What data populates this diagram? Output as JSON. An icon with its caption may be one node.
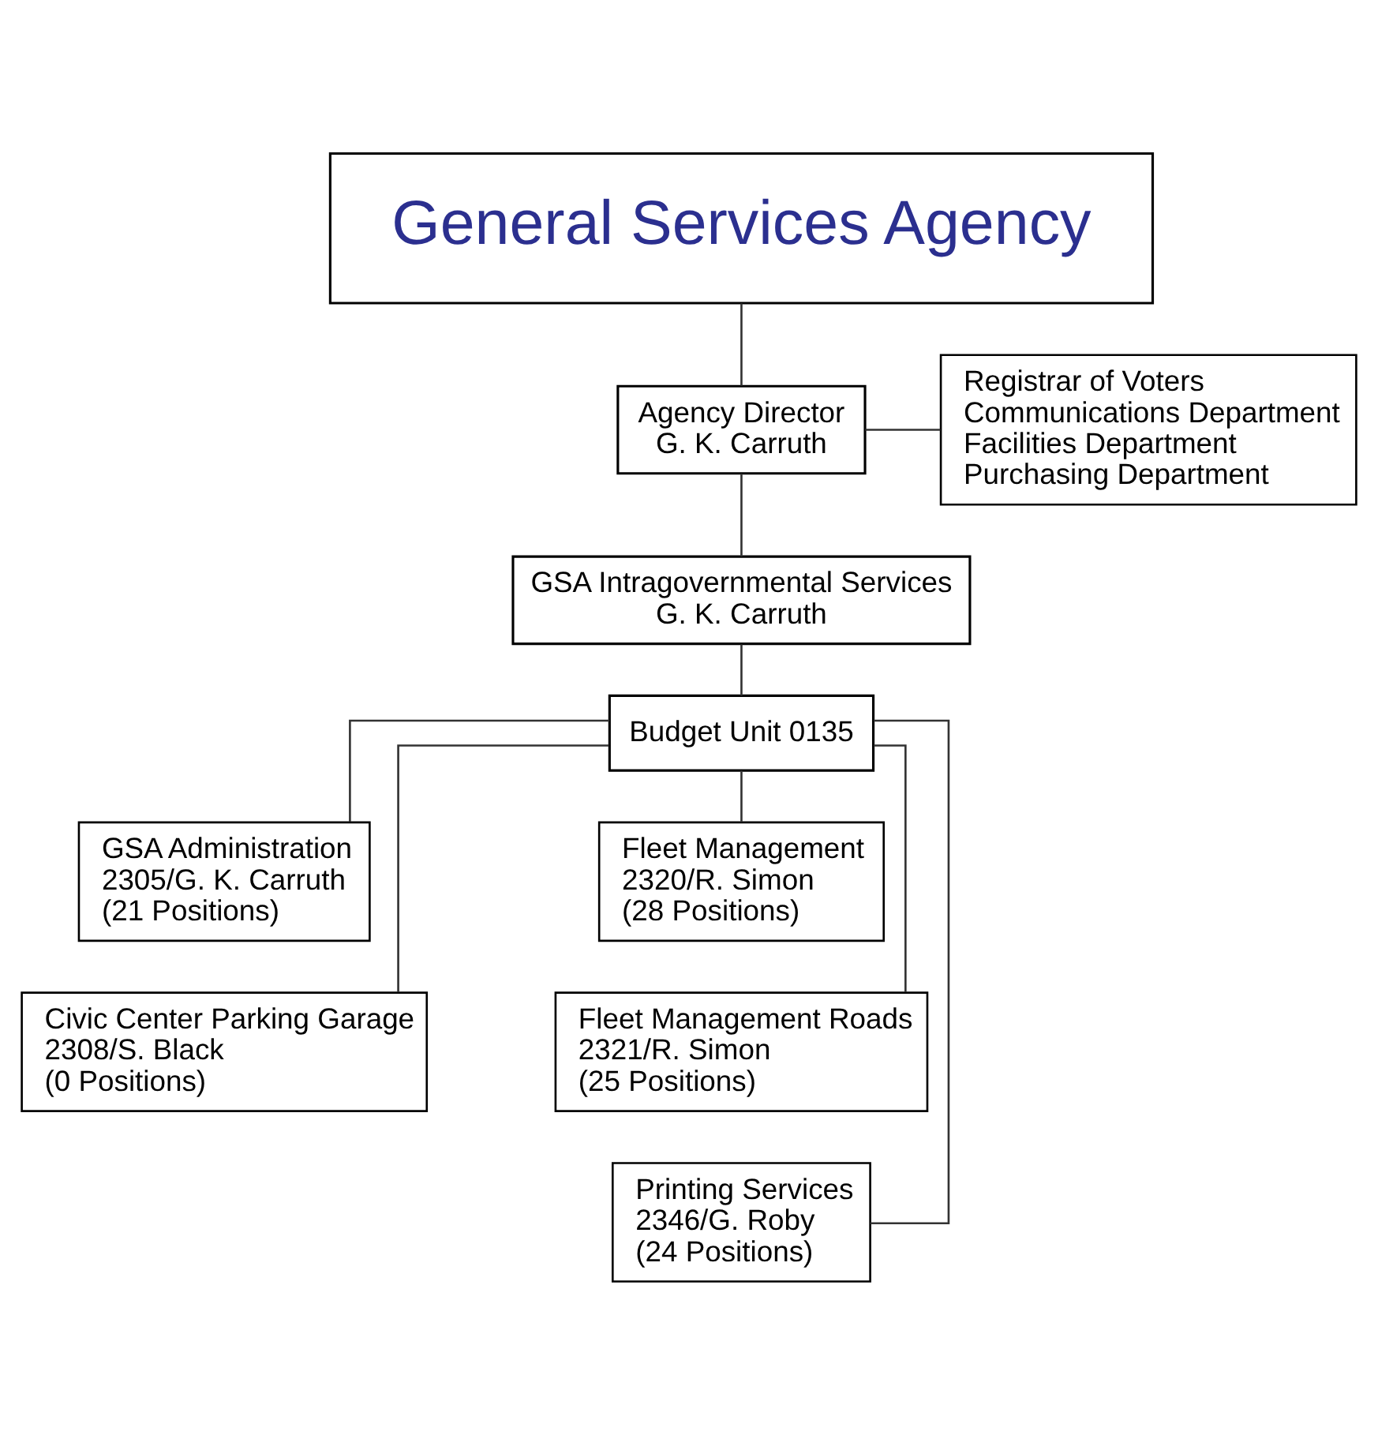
{
  "diagram": {
    "nodes": [
      {
        "text": [
          "General Services Agency"
        ]
      },
      {
        "text": [
          "Agency Director",
          "G. K. Carruth"
        ]
      },
      {
        "text": [
          "Registrar of Voters",
          "Communications Department",
          "Facilities Department",
          "Purchasing Department"
        ]
      },
      {
        "text": [
          "GSA Intragovernmental Services",
          "G. K. Carruth"
        ]
      },
      {
        "text": [
          "Budget Unit 0135"
        ]
      },
      {
        "text": [
          "GSA Administration",
          "2305/G. K. Carruth",
          "(21 Positions)"
        ]
      },
      {
        "text": [
          "Fleet Management",
          "2320/R. Simon",
          "(28 Positions)"
        ]
      },
      {
        "text": [
          "Civic Center Parking Garage",
          "2308/S. Black",
          "(0 Positions)"
        ]
      },
      {
        "text": [
          "Fleet Management Roads",
          "2321/R. Simon",
          "(25 Positions)"
        ]
      },
      {
        "text": [
          "Printing Services",
          "2346/G. Roby",
          "(24 Positions)"
        ]
      }
    ],
    "edges": [
      {
        "from": 0,
        "to": 1,
        "arrow": "none"
      },
      {
        "from": 1,
        "to": 2,
        "arrow": "none"
      },
      {
        "from": 1,
        "to": 3,
        "arrow": "none"
      },
      {
        "from": 3,
        "to": 4,
        "arrow": "none"
      },
      {
        "from": 4,
        "to": 5,
        "arrow": "none"
      },
      {
        "from": 4,
        "to": 7,
        "arrow": "none"
      },
      {
        "from": 4,
        "to": 6,
        "arrow": "none"
      },
      {
        "from": 4,
        "to": 8,
        "arrow": "none"
      },
      {
        "from": 4,
        "to": 9,
        "arrow": "none"
      }
    ]
  }
}
